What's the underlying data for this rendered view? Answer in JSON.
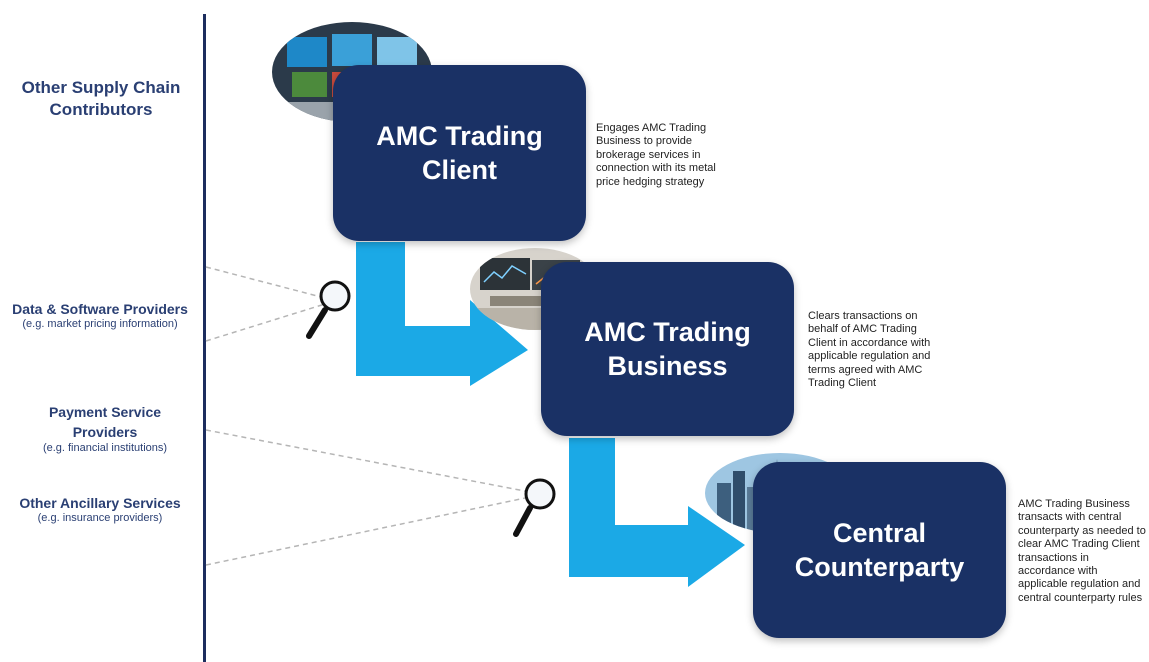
{
  "left_labels": {
    "other_supply": {
      "title": "Other Supply Chain Contributors"
    },
    "data_software": {
      "title": "Data & Software Providers",
      "sub": "(e.g. market pricing information)"
    },
    "payment": {
      "title": "Payment Service Providers",
      "sub": "(e.g. financial institutions)"
    },
    "ancillary": {
      "title": "Other Ancillary Services",
      "sub": "(e.g. insurance providers)"
    }
  },
  "boxes": {
    "client": {
      "title": "AMC Trading\nClient",
      "description": "Engages AMC Trading Business to provide brokerage services in connection with its metal price hedging strategy"
    },
    "business": {
      "title": "AMC Trading\nBusiness",
      "description": "Clears transactions on behalf of AMC Trading Client in accordance with applicable regulation and terms agreed with AMC Trading Client"
    },
    "ccp": {
      "title": "Central\nCounterparty",
      "description": "AMC Trading Business transacts with central counterparty as needed to clear AMC Trading Client transactions in accordance with applicable regulation and central counterparty rules"
    }
  },
  "colors": {
    "box": "#1a3165",
    "arrow": "#1ba9e6",
    "label": "#2a3f73",
    "divider": "#1c2d5e",
    "dashed": "#b5b5b5"
  },
  "icons": [
    "magnifier-icon",
    "trading-screens-photo",
    "trader-desk-photo",
    "city-skyline-photo"
  ]
}
